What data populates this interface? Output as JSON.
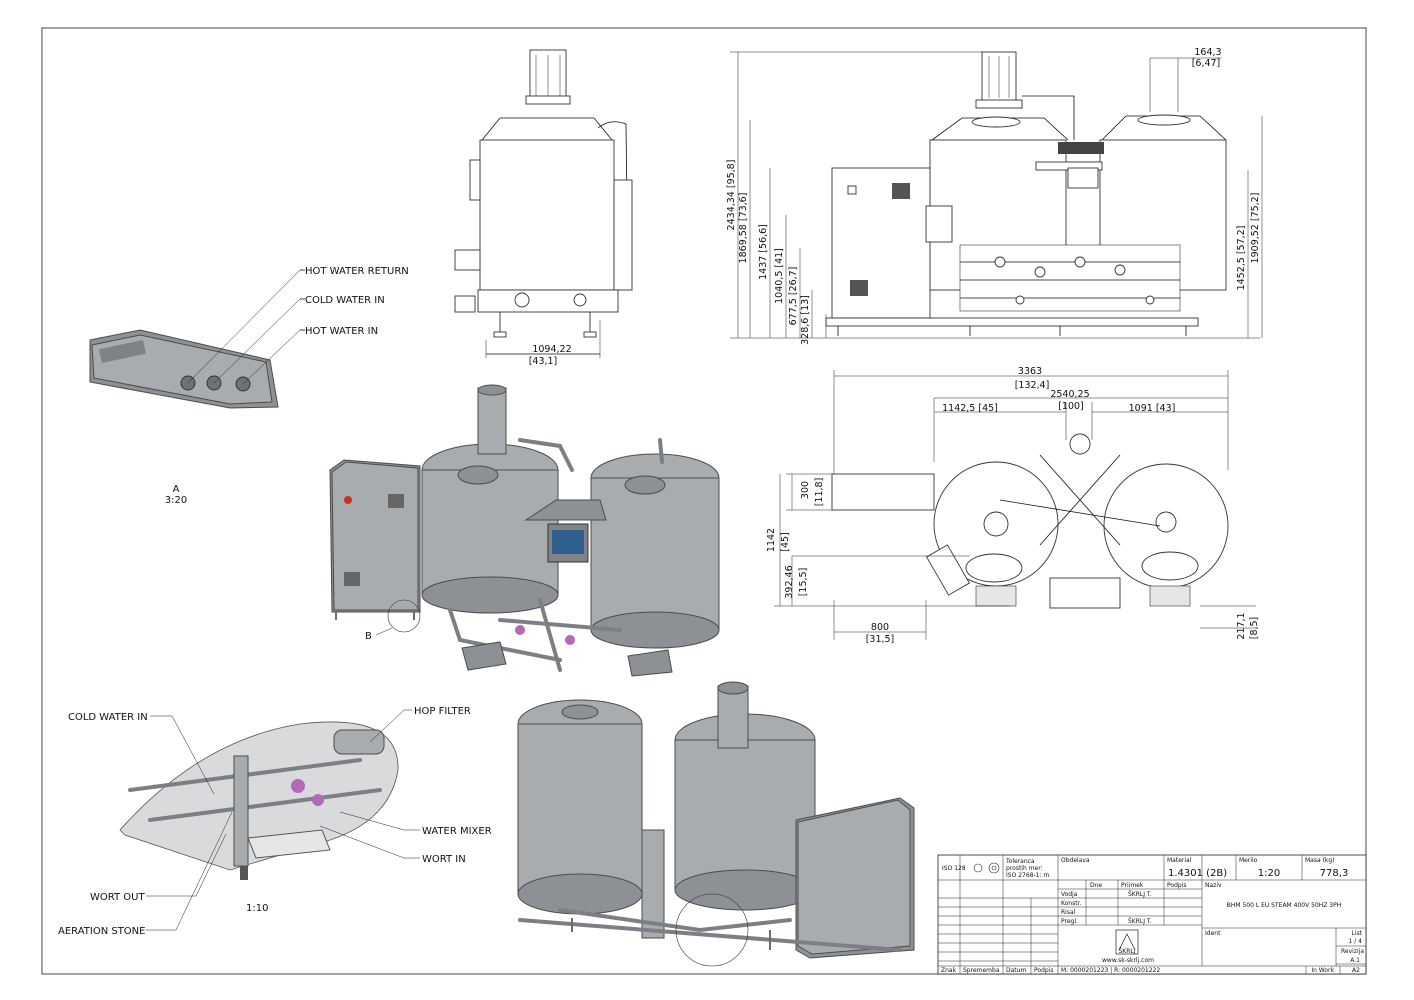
{
  "callouts": {
    "hot_water_return": "HOT WATER RETURN",
    "cold_water_in_top": "COLD WATER IN",
    "hot_water_in": "HOT WATER IN",
    "detail_a_letter": "A",
    "detail_a_scale": "3:20",
    "detail_b_letter": "B",
    "cold_water_in_bottom": "COLD WATER IN",
    "hop_filter": "HOP FILTER",
    "water_mixer": "WATER MIXER",
    "wort_in": "WORT IN",
    "wort_out": "WORT OUT",
    "aeration_stone": "AERATION STONE",
    "detail_scale": "1:10"
  },
  "dimensions": {
    "side_width": "1094,22",
    "side_width_in": "[43,1]",
    "flange": "164,3",
    "flange_in": "[6,47]",
    "h_total": "2434,34  [95,8]",
    "h_1869": "1869,58  [73,6]",
    "h_1437": "1437  [56,6]",
    "h_1040": "1040,5  [41]",
    "h_677": "677,5  [26,7]",
    "h_328": "328,6  [13]",
    "h_1452": "1452,5  [57,2]",
    "h_1909": "1909,52  [75,2]",
    "plan_total": "3363",
    "plan_total_in": "[132,4]",
    "plan_2540": "2540,25",
    "plan_2540_in": "[100]",
    "plan_1142": "1142,5  [45]",
    "plan_1091": "1091  [43]",
    "plan_300": "300",
    "plan_300_in": "[11,8]",
    "plan_1142v": "1142",
    "plan_1142v_in": "[45]",
    "plan_392": "392,46",
    "plan_392_in": "[15,5]",
    "plan_800": "800",
    "plan_800_in": "[31,5]",
    "plan_217": "217,1",
    "plan_217_in": "[8,5]"
  },
  "title_block": {
    "iso": "ISO 128",
    "tolerance_1": "Toleranca",
    "tolerance_2": "prostih mer:",
    "tolerance_3": "ISO 2768-1: m",
    "obdelava": "Obdelava",
    "material_label": "Material",
    "material_value": "1.4301 (2B)",
    "merilo_label": "Merilo",
    "merilo_value": "1:20",
    "masa_label": "Masa (kg)",
    "masa_value": "778,3",
    "dne": "Dne",
    "priimek": "Priimek",
    "podpis": "Podpis",
    "naziv_label": "Naziv",
    "naziv_value": "BHM 500 L EU STEAM 400V 50HZ 3PH",
    "vodja": "Vodja",
    "konstr": "Konstr.",
    "risal": "Risal",
    "pregl": "Pregl.",
    "name1": "ŠKRLJ T.",
    "name2": "ŠKRLJ T.",
    "ident": "Ident",
    "list_label": "List",
    "list_value": "1 / 4",
    "revizija_label": "Revizija",
    "revizija_value": "A.1",
    "website": "www.sk-skrlj.com",
    "znak": "Znak",
    "sprememba": "Sprememba",
    "datum": "Datum",
    "podpis2": "Podpis",
    "doc_numbers": "M: 0000201223 | R: 0000201222",
    "status": "In Work",
    "format": "A2",
    "logo_text": "ŠKRLJ"
  },
  "colors": {
    "steel": "#a9acaf",
    "steel_dark": "#8d9094",
    "line": "#111111",
    "pink_valve": "#b06ab8",
    "screen_blue": "#2f5f8f",
    "red_button": "#c83228"
  }
}
